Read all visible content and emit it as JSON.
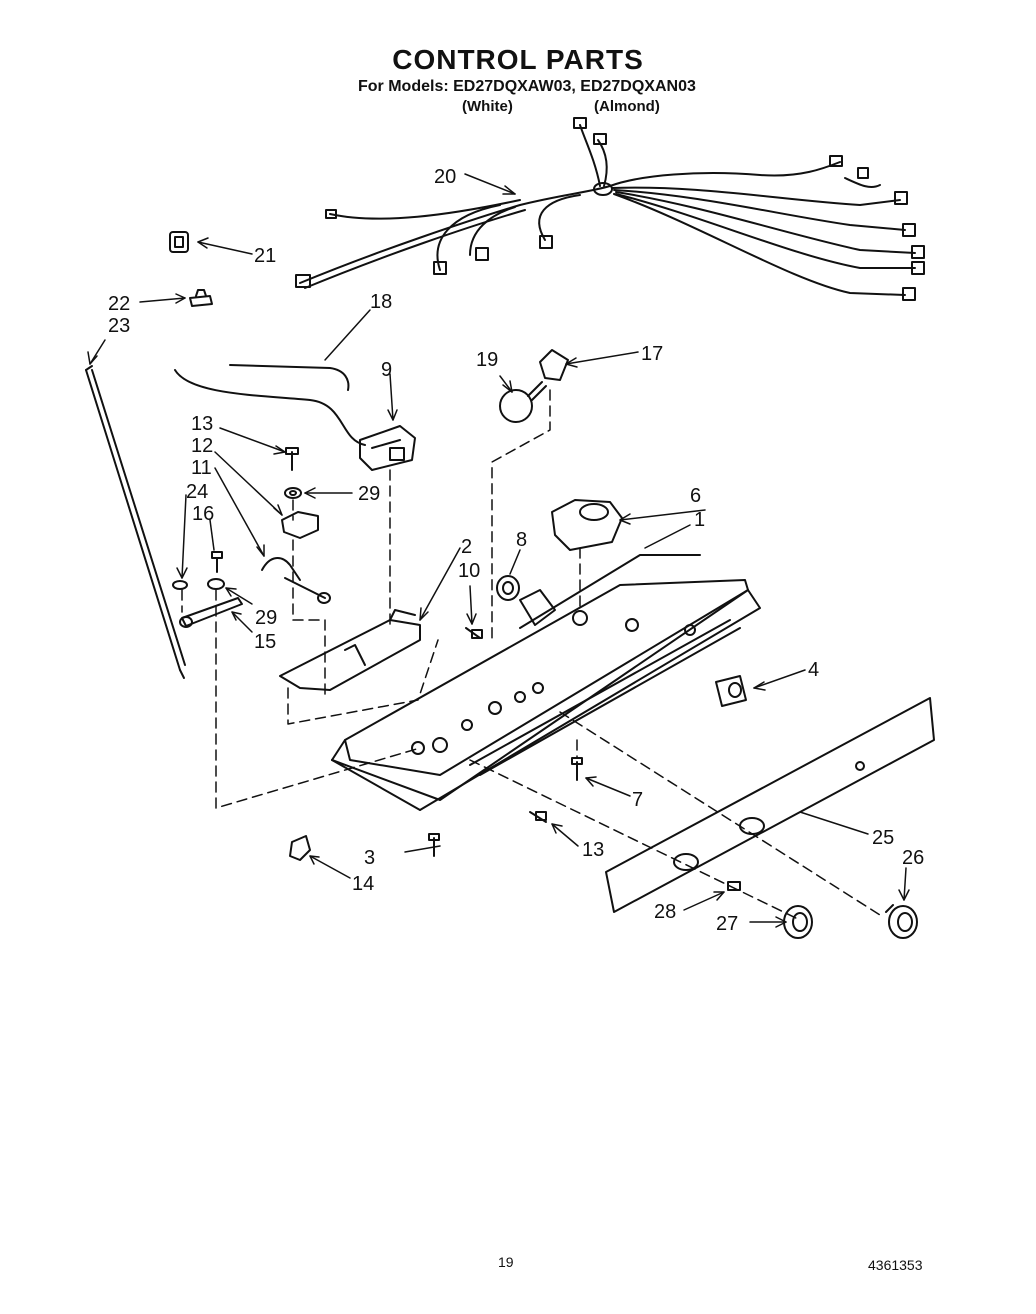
{
  "header": {
    "title": "CONTROL PARTS",
    "models_line": "For Models: ED27DQXAW03, ED27DQXAN03",
    "variant_white": "(White)",
    "variant_almond": "(Almond)"
  },
  "callouts": {
    "c1": "1",
    "c2": "2",
    "c3": "3",
    "c4": "4",
    "c6": "6",
    "c7": "7",
    "c8": "8",
    "c9": "9",
    "c10": "10",
    "c11": "11",
    "c12": "12",
    "c13a": "13",
    "c13b": "13",
    "c14": "14",
    "c15": "15",
    "c16": "16",
    "c17": "17",
    "c18": "18",
    "c19": "19",
    "c20": "20",
    "c21": "21",
    "c22": "22",
    "c23": "23",
    "c24": "24",
    "c25": "25",
    "c26": "26",
    "c27": "27",
    "c28": "28",
    "c29a": "29",
    "c29b": "29"
  },
  "footer": {
    "page_number": "19",
    "document_number": "4361353"
  }
}
